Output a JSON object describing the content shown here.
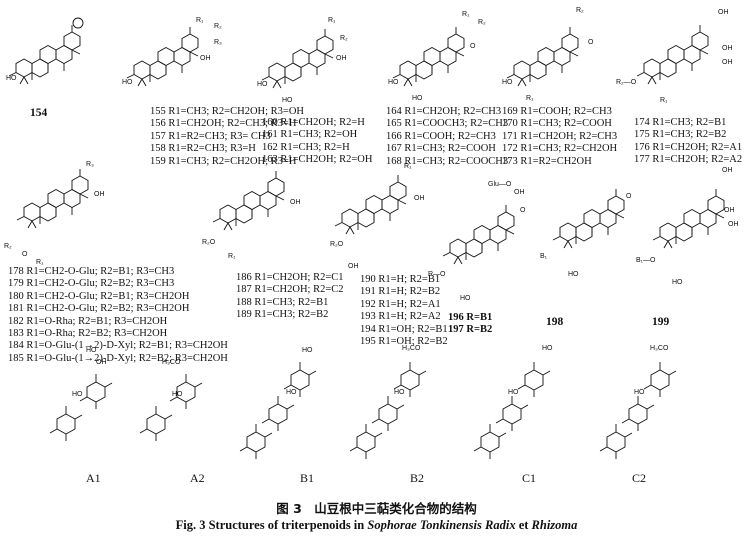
{
  "compounds": {
    "c154": "154",
    "g155": [
      "155 R1=CH3; R2=CH2OH; R3=OH",
      "156 R1=CH2OH; R2=CH3; R3=H",
      "157 R1=R2=CH3; R3= CH3",
      "158 R1=R2=CH3; R3=H",
      "159 R1=CH3; R2=CH2OH; R3=H"
    ],
    "g160": [
      "160 R1=CH2OH; R2=H",
      "161 R1=CH3; R2=OH",
      "162 R1=CH3; R2=H",
      "163 R1=CH2OH; R2=OH"
    ],
    "g164": [
      "164 R1=CH2OH; R2=CH3",
      "165 R1=COOCH3; R2=CH3",
      "166 R1=COOH; R2=CH3",
      "167 R1=CH3; R2=COOH",
      "168 R1=CH3; R2=COOCH3"
    ],
    "g169": [
      "169 R1=COOH; R2=CH3",
      "170 R1=CH3; R2=COOH",
      "171 R1=CH2OH; R2=CH3",
      "172 R1=CH3; R2=CH2OH",
      "173 R1=R2=CH2OH"
    ],
    "g174": [
      "174 R1=CH3; R2=B1",
      "175 R1=CH3; R2=B2",
      "176 R1=CH2OH; R2=A1",
      "177 R1=CH2OH; R2=A2"
    ],
    "g178": [
      "178 R1=CH2-O-Glu; R2=B1; R3=CH3",
      "179 R1=CH2-O-Glu; R2=B2; R3=CH3",
      "180 R1=CH2-O-Glu; R2=B1; R3=CH2OH",
      "181 R1=CH2-O-Glu; R2=B2; R3=CH2OH",
      "182 R1=O-Rha; R2=B1; R3=CH2OH",
      "183 R1=O-Rha; R2=B2; R3=CH2OH",
      "184 R1=O-Glu-(1→2)-D-Xyl; R2=B1; R3=CH2OH",
      "185 R1=O-Glu-(1→2)-D-Xyl; R2=B2; R3=CH2OH"
    ],
    "g186": [
      "186 R1=CH2OH; R2=C1",
      "187 R1=CH2OH; R2=C2",
      "188 R1=CH3; R2=B1",
      "189 R1=CH3; R2=B2"
    ],
    "g190": [
      "190 R1=H; R2=B1",
      "191 R1=H; R2=B2",
      "192 R1=H; R2=A1",
      "193 R1=H; R2=A2",
      "194 R1=OH; R2=B1",
      "195 R1=OH; R2=B2"
    ],
    "g196": [
      "196 R=B1",
      "197 R=B2"
    ],
    "c198": "198",
    "c199": "199"
  },
  "sugars": [
    "A1",
    "A2",
    "B1",
    "B2",
    "C1",
    "C2"
  ],
  "caption": {
    "cn": "图 3　山豆根中三萜类化合物的结构",
    "en_prefix": "Fig. 3   Structures of triterpenoids in ",
    "en_italic1": "Sophorae Tonkinensis Radix",
    "en_mid": " et ",
    "en_italic2": "Rhizoma"
  }
}
